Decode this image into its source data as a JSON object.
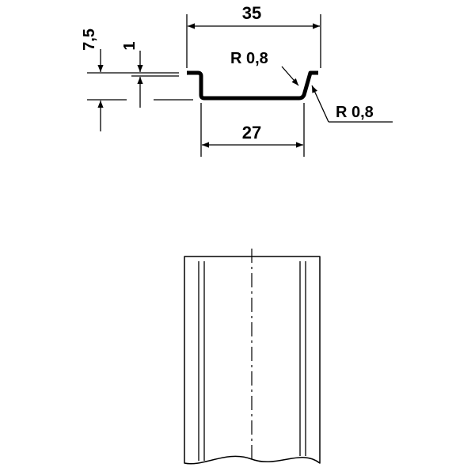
{
  "dimensions": {
    "width_35": "35",
    "height_7_5": "7,5",
    "thickness_1": "1",
    "radius_top": "R 0,8",
    "radius_bottom": "R 0,8",
    "width_27": "27"
  },
  "colors": {
    "line": "#000000",
    "background": "#ffffff"
  }
}
